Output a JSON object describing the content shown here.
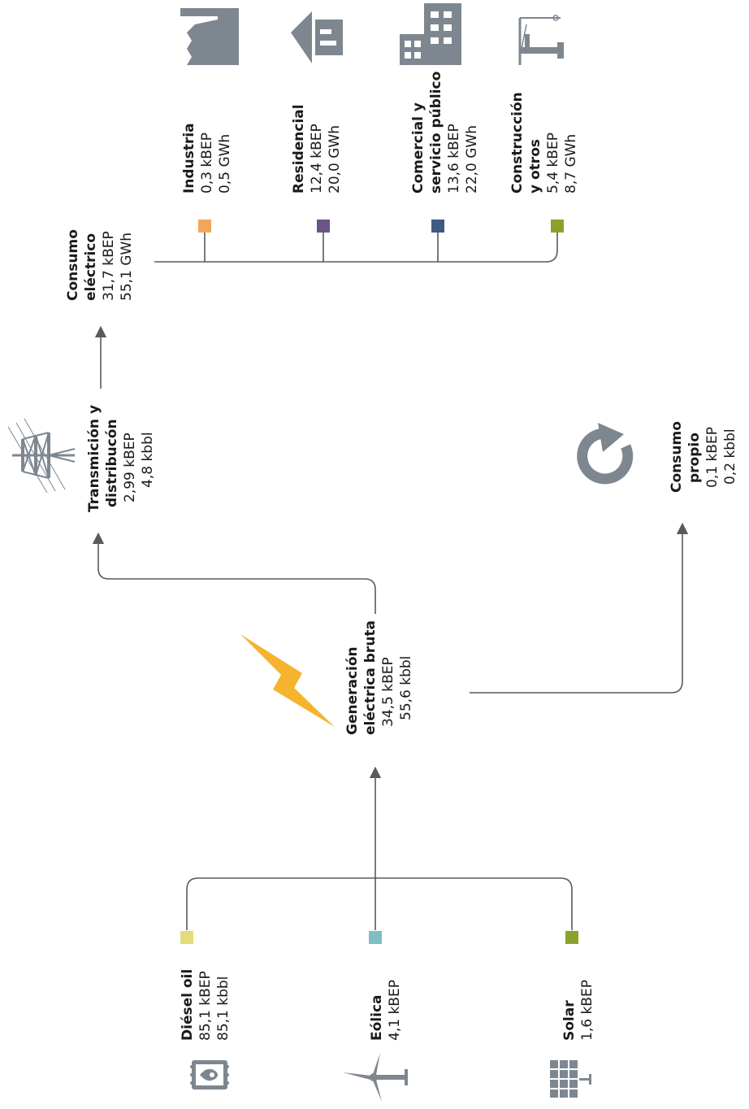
{
  "colors": {
    "line": "#5a5a5a",
    "icon": "#7e8790",
    "bolt": "#f5b32e",
    "industria": "#f2a65a",
    "residencial": "#6a5585",
    "comercial": "#3d5a80",
    "construccion": "#8aa22a",
    "diesel": "#e4dc7a",
    "eolica": "#7fbfc4",
    "solar": "#8aa22a"
  },
  "sources": {
    "diesel": {
      "name": "Diésel oil",
      "v1": "85,1 kBEP",
      "v2": "85,1 kbbl",
      "icon": "oil-barrel-icon"
    },
    "eolica": {
      "name": "Eólica",
      "v1": "4,1 kBEP",
      "icon": "wind-turbine-icon"
    },
    "solar": {
      "name": "Solar",
      "v1": "1,6 kBEP",
      "icon": "solar-panel-icon"
    }
  },
  "generation": {
    "l1": "Generación",
    "l2": "eléctrica bruta",
    "v1": "34,5 kBEP",
    "v2": "55,6 kbbl",
    "icon": "lightning-bolt-icon"
  },
  "self_consumption": {
    "l1": "Consumo",
    "l2": "propio",
    "v1": "0,1 kBEP",
    "v2": "0,2 kbbl",
    "icon": "refresh-arrow-icon"
  },
  "transmission": {
    "l1": "Transmición y",
    "l2": "distribucón",
    "v1": "2,99 kBEP",
    "v2": "4,8 kbbl",
    "icon": "transmission-tower-icon"
  },
  "consumption": {
    "l1": "Consumo",
    "l2": "eléctrico",
    "v1": "31,7 kBEP",
    "v2": "55,1 GWh"
  },
  "sectors": {
    "industria": {
      "name": "Industria",
      "v1": "0,3 kBEP",
      "v2": "0,5 GWh",
      "icon": "factory-icon"
    },
    "residencial": {
      "name": "Residencial",
      "v1": "12,4 kBEP",
      "v2": "20,0 GWh",
      "icon": "house-icon"
    },
    "comercial": {
      "l1": "Comercial y",
      "l2": "servicio público",
      "v1": "13,6 kBEP",
      "v2": "22,0 GWh",
      "icon": "office-building-icon"
    },
    "construccion": {
      "l1": "Construcción",
      "l2": "y otros",
      "v1": "5,4 kBEP",
      "v2": "8,7 GWh",
      "icon": "crane-icon"
    }
  }
}
